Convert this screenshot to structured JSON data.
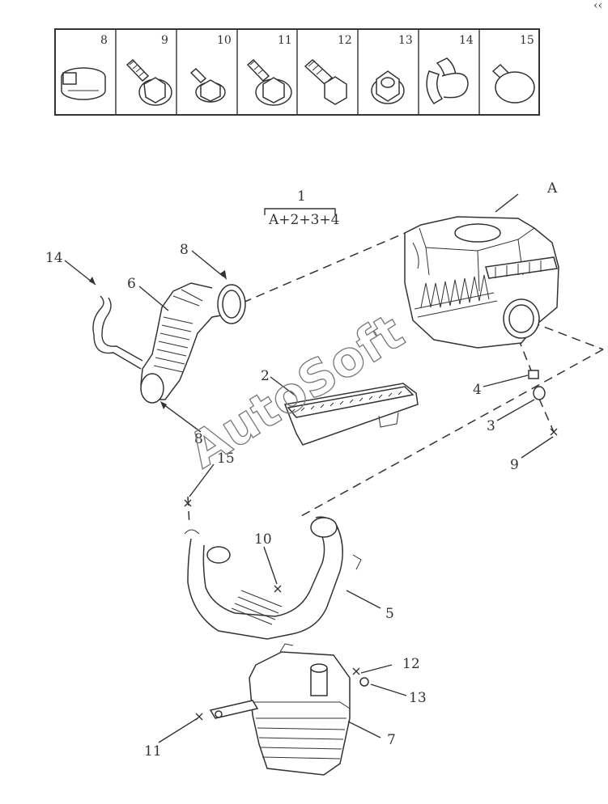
{
  "watermark": "AutoSoft",
  "corner_mark": "‹‹",
  "fastener_table": {
    "cells": [
      {
        "number": "8",
        "icon": "hose-clamp-icon"
      },
      {
        "number": "9",
        "icon": "flange-bolt-icon"
      },
      {
        "number": "10",
        "icon": "hex-bolt-small-icon"
      },
      {
        "number": "11",
        "icon": "flange-bolt-icon"
      },
      {
        "number": "12",
        "icon": "hex-bolt-threaded-icon"
      },
      {
        "number": "13",
        "icon": "flange-nut-icon"
      },
      {
        "number": "14",
        "icon": "spring-clip-icon"
      },
      {
        "number": "15",
        "icon": "push-rivet-icon"
      }
    ]
  },
  "assembly": {
    "number": "1",
    "formula": "A+2+3+4"
  },
  "callouts": {
    "A": "A",
    "c2": "2",
    "c3": "3",
    "c4": "4",
    "c5": "5",
    "c6": "6",
    "c7": "7",
    "c8_top": "8",
    "c8_bottom": "8",
    "c9": "9",
    "c10": "10",
    "c11": "11",
    "c12": "12",
    "c13": "13",
    "c14": "14",
    "c15": "15"
  }
}
